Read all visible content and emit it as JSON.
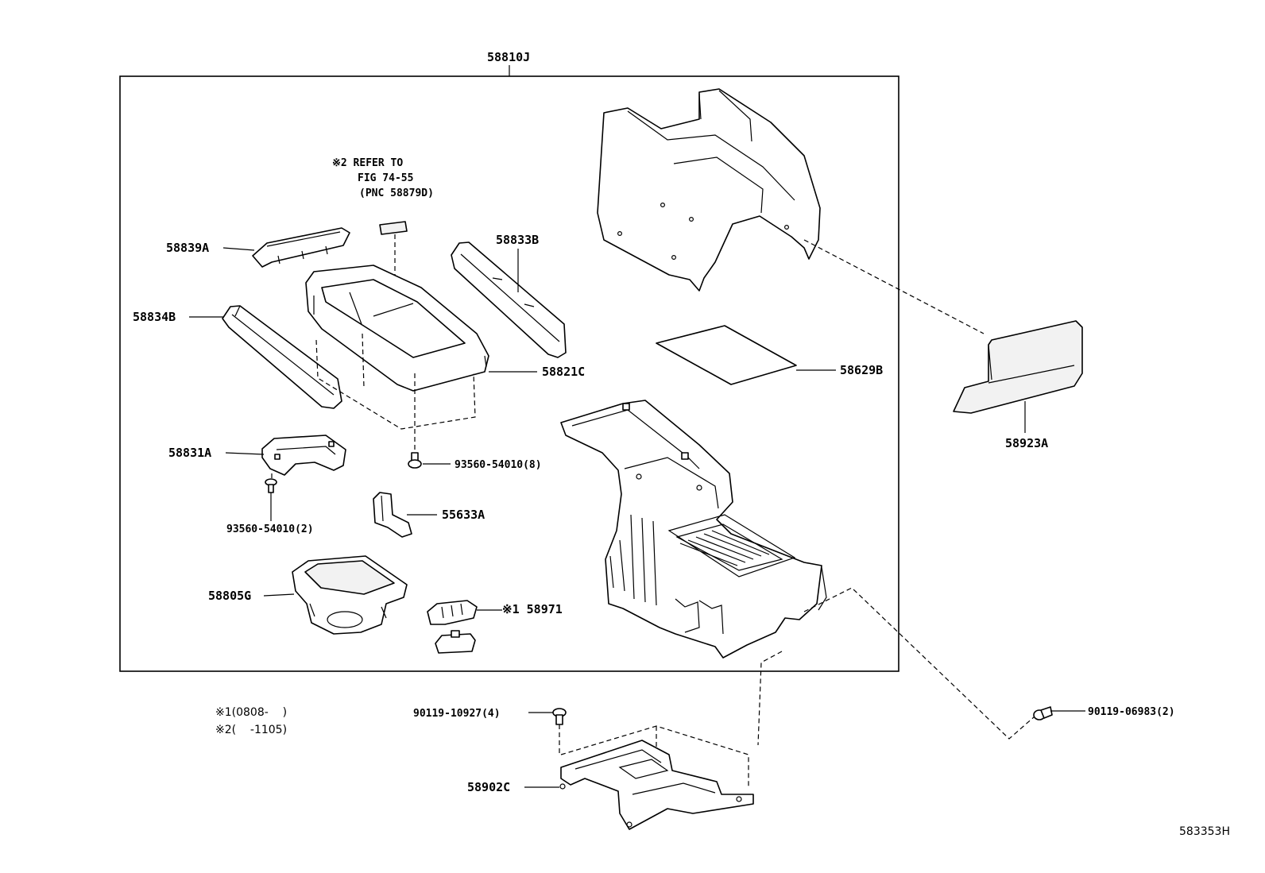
{
  "frame_label": "58810J",
  "refer_note": {
    "line1": "※2 REFER TO",
    "line2": "FIG 74-55",
    "line3": "(PNC 58879D)"
  },
  "labels": {
    "p58839A": "58839A",
    "p58834B": "58834B",
    "p58833B": "58833B",
    "p58821C": "58821C",
    "p58629B": "58629B",
    "p58923A": "58923A",
    "p58831A": "58831A",
    "p93560_8": "93560-54010(8)",
    "p93560_2": "93560-54010(2)",
    "p55633A": "55633A",
    "p58805G": "58805G",
    "p58971": "※1 58971",
    "p90119_4": "90119-10927(4)",
    "p90119_2": "90119-06983(2)",
    "p58902C": "58902C"
  },
  "footnotes": {
    "note1": "※1(0808-    )",
    "note2": "※2(    -1105)"
  },
  "figure_id": "583353H"
}
